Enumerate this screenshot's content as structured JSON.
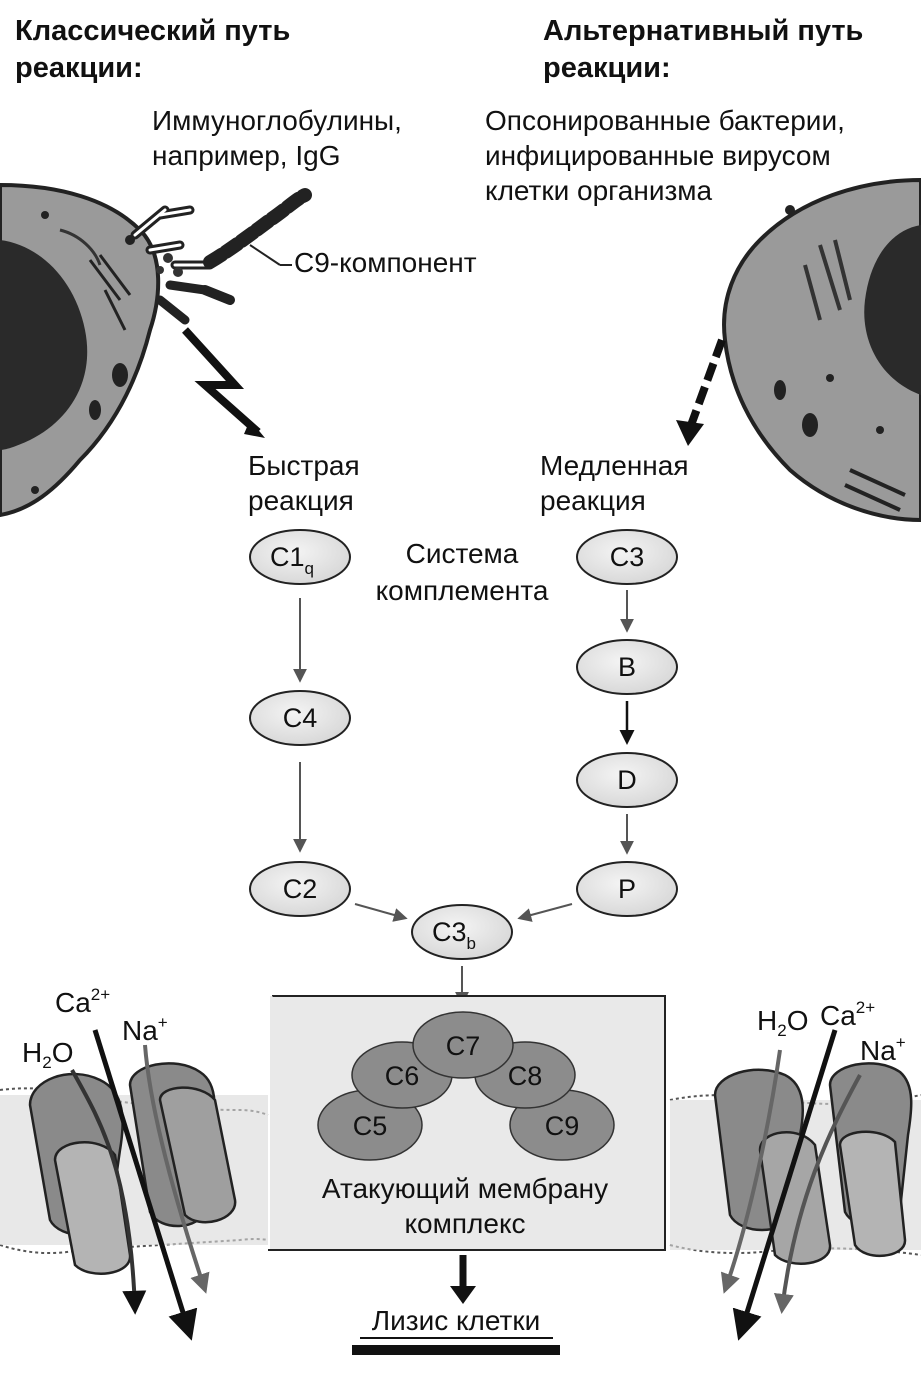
{
  "classic": {
    "title_line1": "Классический путь",
    "title_line2": "реакции:",
    "trigger_line1": "Иммуноглобулины,",
    "trigger_line2": "например, IgG",
    "callout": "С9-компонент",
    "speed_line1": "Быстрая",
    "speed_line2": "реакция",
    "nodes": {
      "c1": "C1",
      "c1_sub": "q",
      "c4": "C4",
      "c2": "C2"
    }
  },
  "alternative": {
    "title_line1": "Альтернативный путь",
    "title_line2": "реакции:",
    "trigger_line1": "Опсонированные бактерии,",
    "trigger_line2": "инфицированные вирусом",
    "trigger_line3": "клетки организма",
    "speed_line1": "Медленная",
    "speed_line2": "реакция",
    "nodes": {
      "c3": "C3",
      "b": "B",
      "d": "D",
      "p": "P"
    }
  },
  "center": {
    "system_line1": "Система",
    "system_line2": "комплемента",
    "c3b": "C3",
    "c3b_sub": "b"
  },
  "mac": {
    "c5": "C5",
    "c6": "C6",
    "c7": "C7",
    "c8": "C8",
    "c9": "C9",
    "label_line1": "Атакующий мембрану",
    "label_line2": "комплекс"
  },
  "result": "Лизис клетки",
  "ions": {
    "left": {
      "ca": "Ca",
      "ca_sup": "2+",
      "na": "Na",
      "na_sup": "+",
      "h2o_h": "H",
      "h2o_2": "2",
      "h2o_o": "O"
    },
    "right": {
      "ca": "Ca",
      "ca_sup": "2+",
      "na": "Na",
      "na_sup": "+",
      "h2o_h": "H",
      "h2o_2": "2",
      "h2o_o": "O"
    }
  }
}
